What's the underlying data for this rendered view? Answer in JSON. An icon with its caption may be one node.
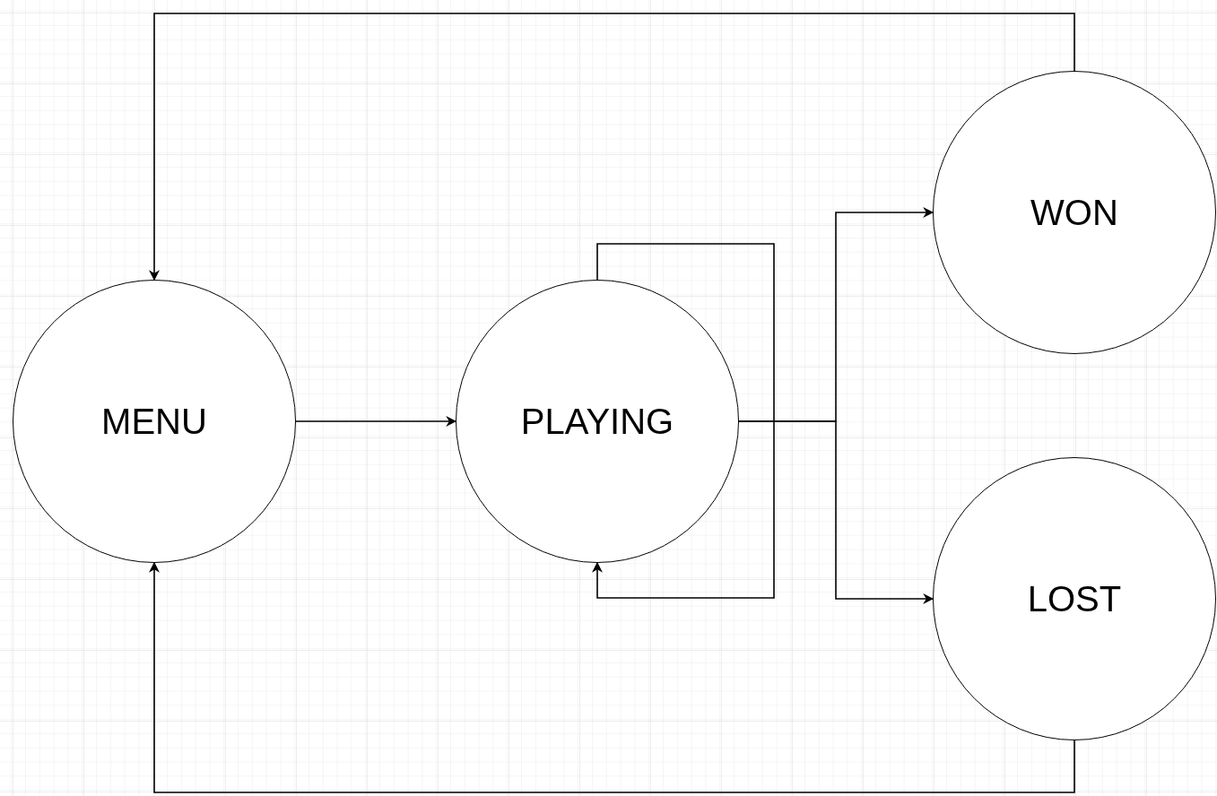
{
  "diagram": {
    "nodes": [
      {
        "text": [
          "MENU"
        ]
      },
      {
        "text": [
          "PLAYING"
        ]
      },
      {
        "text": [
          "WON"
        ]
      },
      {
        "text": [
          "LOST"
        ]
      }
    ],
    "edges": [
      {
        "from": 0,
        "to": 1,
        "arrow": "to"
      },
      {
        "from": 1,
        "to": 1,
        "arrow": "to"
      },
      {
        "from": 1,
        "to": 2,
        "arrow": "to"
      },
      {
        "from": 1,
        "to": 3,
        "arrow": "to"
      },
      {
        "from": 2,
        "to": 0,
        "arrow": "to"
      },
      {
        "from": 3,
        "to": 0,
        "arrow": "to"
      }
    ]
  }
}
